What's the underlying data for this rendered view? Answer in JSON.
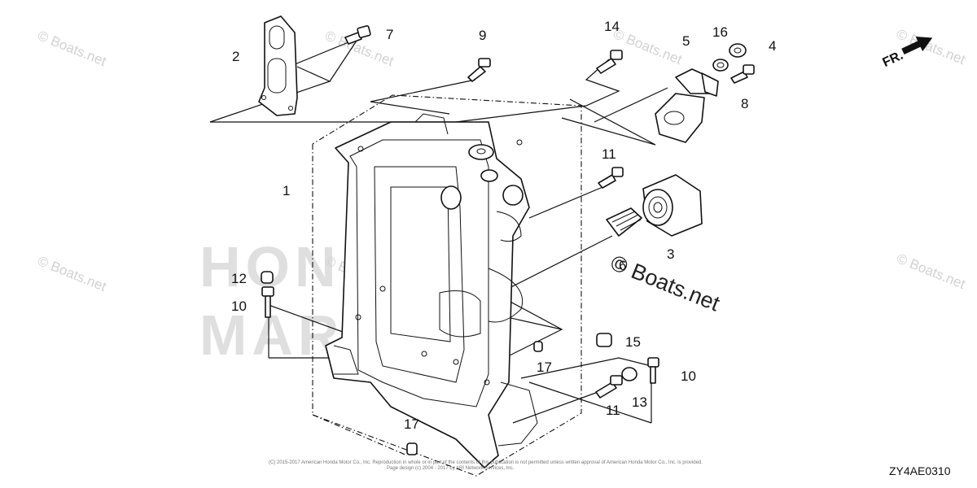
{
  "diagram": {
    "code": "ZY4AE0310",
    "direction_label": "FR.",
    "watermark_text": "© Boats.net",
    "brand_watermark_lines": [
      "HONDA",
      "MARINE"
    ],
    "copyright_lines": [
      "(C) 2015-2017 American Honda Motor Co., Inc. Reproduction in whole or in part of the contents of this publication is not permitted unless written approval of American Honda Motor Co., Inc. is provided.",
      "Page design (c) 2004 - 2017 by ARI Network Services, Inc."
    ],
    "callouts": [
      "1",
      "2",
      "3",
      "4",
      "5",
      "6",
      "7",
      "8",
      "9",
      "10",
      "10",
      "11",
      "11",
      "12",
      "13",
      "14",
      "15",
      "16",
      "17",
      "17"
    ]
  }
}
